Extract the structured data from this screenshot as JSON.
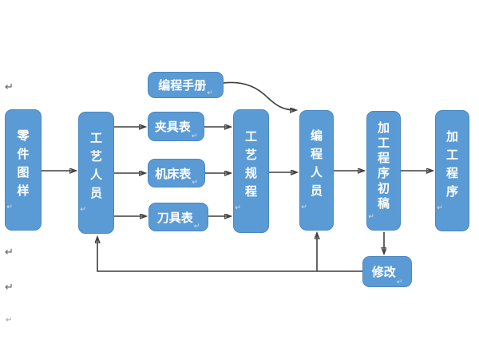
{
  "diagram": {
    "pilcrow": "↵",
    "colors": {
      "node_fill": "#5b9bd5",
      "node_border": "#4a87c0",
      "node_text": "#ffffff",
      "arrow": "#3f3f3f",
      "background": "#ffffff"
    },
    "nodes": {
      "parts_drawing": {
        "label": "零件图样"
      },
      "process_staff": {
        "label": "工艺人员"
      },
      "programming_manual": {
        "label": "编程手册"
      },
      "fixture_table": {
        "label": "夹具表"
      },
      "machine_table": {
        "label": "机床表"
      },
      "tool_table": {
        "label": "刀具表"
      },
      "process_spec": {
        "label": "工艺规程"
      },
      "programmer": {
        "label": "编程人员"
      },
      "draft_program": {
        "label": "加工程序初稿"
      },
      "final_program": {
        "label": "加工程序"
      },
      "revise": {
        "label": "修改"
      }
    },
    "edges": [
      {
        "from": "零件图样",
        "to": "工艺人员"
      },
      {
        "from": "工艺人员",
        "to": "夹具表"
      },
      {
        "from": "工艺人员",
        "to": "机床表"
      },
      {
        "from": "工艺人员",
        "to": "刀具表"
      },
      {
        "from": "夹具表",
        "to": "工艺规程"
      },
      {
        "from": "机床表",
        "to": "工艺规程"
      },
      {
        "from": "刀具表",
        "to": "工艺规程"
      },
      {
        "from": "编程手册",
        "to": "编程人员",
        "style": "curved"
      },
      {
        "from": "工艺规程",
        "to": "编程人员"
      },
      {
        "from": "编程人员",
        "to": "加工程序初稿"
      },
      {
        "from": "加工程序初稿",
        "to": "加工程序"
      },
      {
        "from": "加工程序初稿",
        "to": "修改"
      },
      {
        "from": "修改",
        "to": "编程人员",
        "style": "feedback"
      },
      {
        "from": "修改",
        "to": "工艺人员",
        "style": "feedback"
      }
    ]
  }
}
